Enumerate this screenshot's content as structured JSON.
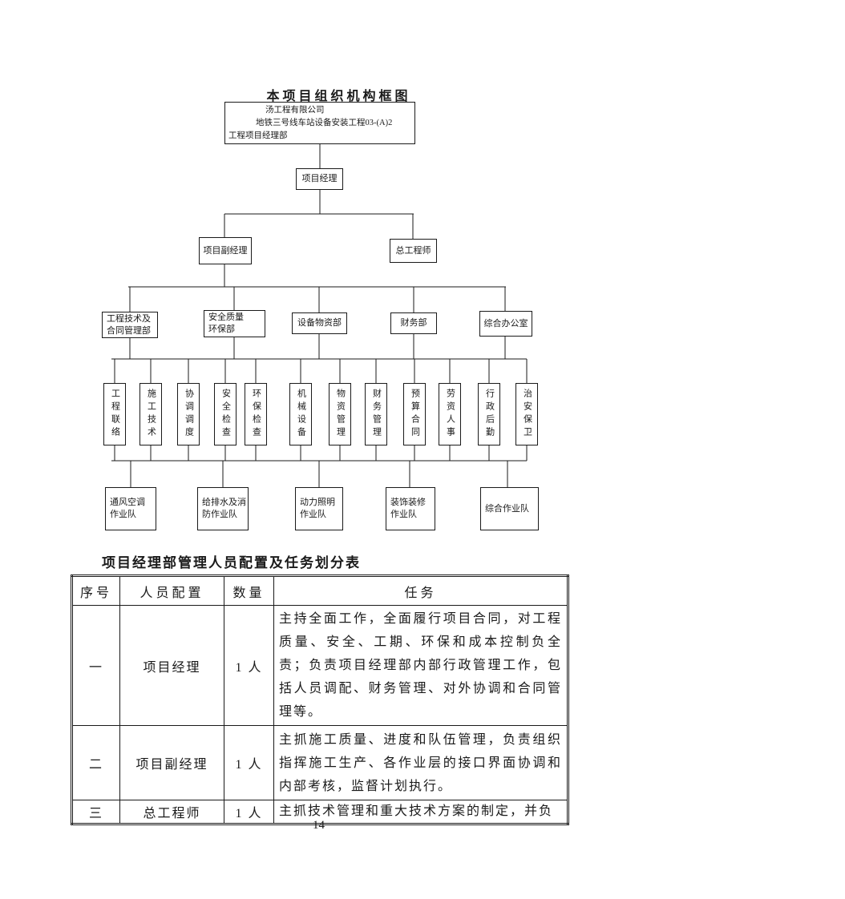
{
  "colors": {
    "ink": "#1a1a1a",
    "paper": "#ffffff"
  },
  "orgchart": {
    "title": "本项目组织机构框图",
    "company_box": {
      "line1": "汤工程有限公司",
      "line2": "地铁三号线车站设备安装工程03-(A)2",
      "line3": "工程项目经理部"
    },
    "project_manager": "项目经理",
    "deputy_manager": "项目副经理",
    "chief_engineer": "总工程师",
    "departments": [
      "工程技术及\n合同管理部",
      "安全质量\n环保部",
      "设备物资部",
      "财务部",
      "综合办公室"
    ],
    "functions": [
      "工程联络",
      "施工技术",
      "协调调度",
      "安全检查",
      "环保检查",
      "机械设备",
      "物资管理",
      "财务管理",
      "预算合同",
      "劳资人事",
      "行政后勤",
      "治安保卫"
    ],
    "teams": [
      "通风空调\n作业队",
      "给排水及消\n防作业队",
      "动力照明\n作业队",
      "装饰装修\n作业队",
      "综合作业队"
    ]
  },
  "table": {
    "title": "项目经理部管理人员配置及任务划分表",
    "headers": [
      "序号",
      "人员配置",
      "数量",
      "任务"
    ],
    "rows": [
      {
        "no": "一",
        "role": "项目经理",
        "count": "1 人",
        "task": "主持全面工作，全面履行项目合同，对工程质量、安全、工期、环保和成本控制负全责；负责项目经理部内部行政管理工作，包括人员调配、财务管理、对外协调和合同管理等。"
      },
      {
        "no": "二",
        "role": "项目副经理",
        "count": "1 人",
        "task": "主抓施工质量、进度和队伍管理，负责组织指挥施工生产、各作业层的接口界面协调和内部考核，监督计划执行。"
      },
      {
        "no": "三",
        "role": "总工程师",
        "count": "1 人",
        "task": "主抓技术管理和重大技术方案的制定，并负"
      }
    ]
  },
  "footer": {
    "page_number": "14"
  }
}
